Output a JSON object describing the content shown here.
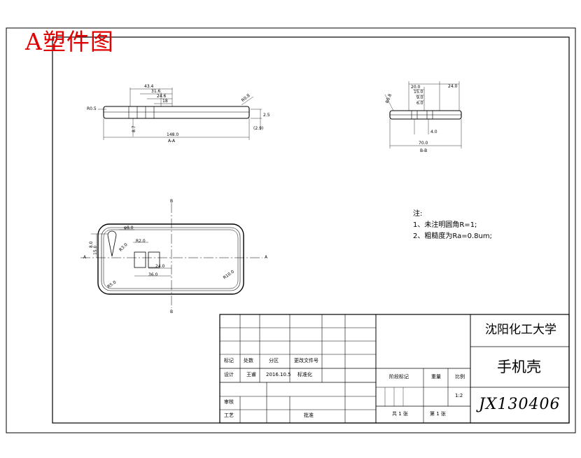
{
  "header": {
    "stamp": "A塑件图"
  },
  "views": {
    "section_aa": {
      "label": "A-A",
      "dims": [
        "43.4",
        "31.6",
        "24.6",
        "18",
        "R0.5",
        "R0.8",
        "2.5",
        "8.7",
        "148.0",
        "(2.9)"
      ]
    },
    "section_bb": {
      "label": "B-B",
      "dims": [
        "20.0",
        "15.0",
        "9.0",
        "6.0",
        "24.0",
        "R0.8",
        "70.0",
        "4.0"
      ]
    },
    "plan_view": {
      "section_marks": [
        "A",
        "A",
        "B",
        "B"
      ],
      "dims": [
        "φ8.0",
        "8.0",
        "R3.0",
        "15.0",
        "R2.0",
        "24.0",
        "36.0",
        "R5.0",
        "R10.0"
      ]
    }
  },
  "notes": {
    "title": "注:",
    "items": [
      "1、未注明圆角R=1;",
      "2、粗糙度为Ra=0.8um;"
    ]
  },
  "title_block": {
    "school": "沈阳化工大学",
    "part_name": "手机壳",
    "drawing_no": "JX130406",
    "header_row": [
      "标记",
      "处数",
      "分区",
      "更改文件号"
    ],
    "designer_row": [
      "设计",
      "王睿",
      "2016.10.5",
      "标准化"
    ],
    "stage_header": [
      "阶段标记",
      "重量",
      "比例"
    ],
    "scale": "1:2",
    "check_label": "审核",
    "process_label": "工艺",
    "approve_label": "批准",
    "sheets": "共 1 张",
    "sheet_no": "第 1 张"
  }
}
